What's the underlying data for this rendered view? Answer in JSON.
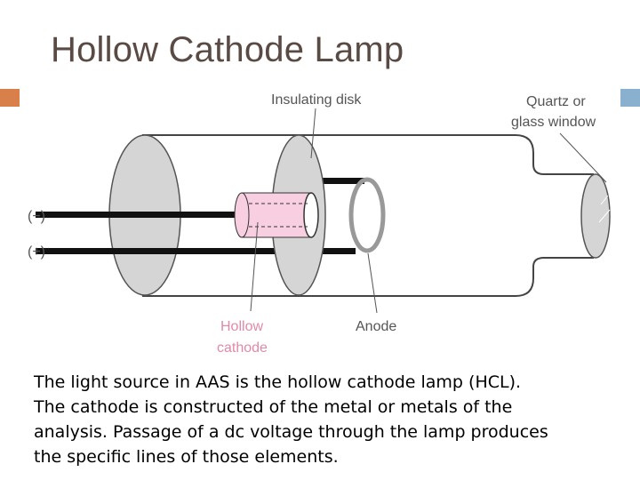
{
  "slide": {
    "title": "Hollow Cathode Lamp",
    "accent_left_color": "#d9804a",
    "accent_right_color": "#8ab0cf"
  },
  "diagram": {
    "labels": {
      "insulating_disk": "Insulating disk",
      "window_line1": "Quartz or",
      "window_line2": "glass window",
      "minus": "(−)",
      "plus": "(+)",
      "hollow_cathode_line1": "Hollow",
      "hollow_cathode_line2": "cathode",
      "anode": "Anode"
    },
    "colors": {
      "label_text": "#555555",
      "cathode_label": "#e08aa8",
      "cathode_fill": "#f8cfe0",
      "glass_fill": "#d5d5d5",
      "wire": "#111111"
    }
  },
  "body": {
    "lines": [
      "The light source in AAS is the hollow cathode lamp (HCL).",
      "The cathode is constructed of the metal or metals of the",
      "analysis. Passage of a dc voltage through the lamp produces",
      "the specific lines of those elements."
    ]
  }
}
